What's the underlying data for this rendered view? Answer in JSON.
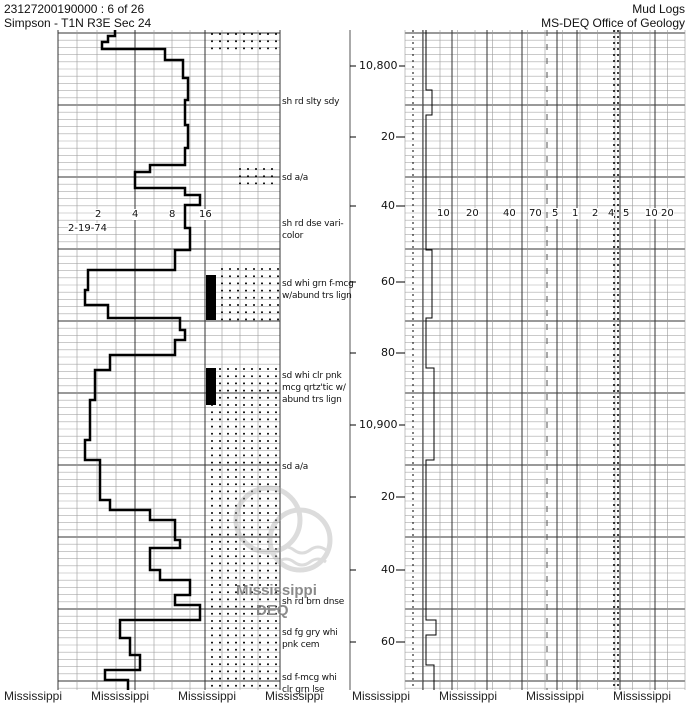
{
  "header": {
    "doc_id": "23127200190000 : 6 of 26",
    "location": "Simpson - T1N R3E Sec 24",
    "doc_type": "Mud Logs",
    "agency": "MS-DEQ Office of Geology"
  },
  "drill_rate_scale": [
    "2",
    "4",
    "8",
    "16"
  ],
  "date_note": "2-19-74",
  "gas_scale": [
    "10",
    "20",
    "40",
    "70",
    "5",
    "1",
    "2",
    "4",
    "5",
    "10",
    "20"
  ],
  "depths": [
    "10,800",
    "20",
    "40",
    "60",
    "80",
    "10,900",
    "20",
    "40",
    "60"
  ],
  "descriptions": [
    [
      "sh rd slty sdy"
    ],
    [
      "sd a/a"
    ],
    [
      "sh rd dse vari-",
      "color"
    ],
    [
      "sd whi grn f-mcg",
      "w/abund trs lign"
    ],
    [
      "sd whi clr pnk",
      "mcg qrtz'tic w/",
      "abund trs lign"
    ],
    [
      "sd a/a"
    ],
    [
      "sh rd brn dnse"
    ],
    [
      "sd fg gry whi",
      "pnk cem"
    ],
    [
      "sd f-mcg whi",
      "clr grn lse"
    ]
  ],
  "watermark": {
    "line1": "Mississippi",
    "line2": "DEQ"
  },
  "footer": [
    "Mississippi",
    "Mississippi",
    "Mississippi",
    "Mississippi",
    "Mississippi",
    "Mississippi",
    "Mississippi",
    "Mississippi"
  ],
  "colors": {
    "ink": "#111111",
    "grid": "#888888",
    "watermark": "#999999"
  }
}
